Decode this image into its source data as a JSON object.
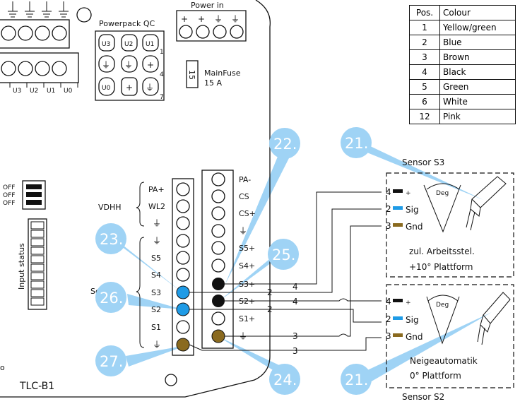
{
  "board": {
    "name": "TLC-B1",
    "powerpack_label": "Powerpack QC",
    "powerpack_cells": [
      "U3",
      "U2",
      "U1",
      "⏚",
      "⏚",
      "+",
      "U0",
      "+",
      "⏚"
    ],
    "powerpack_marks": [
      "1",
      "4",
      "7"
    ],
    "power_in_label": "Power in",
    "power_in_symbols": [
      "+",
      "+",
      "⏚",
      "⏚"
    ],
    "mainfuse_label": "MainFuse",
    "mainfuse_rating": "15 A",
    "fuse_number": "15",
    "top_terminal_labels": [
      "U3",
      "U2",
      "U1",
      "U0"
    ],
    "dip_labels": [
      "OFF",
      "OFF",
      "OFF"
    ],
    "input_status_label": "Input status",
    "vdhh_label": "VDHH",
    "sensors_label": "Sensors",
    "left_column_labels": [
      "PA+",
      "WL2",
      "⏚",
      "⏚",
      "S5",
      "S4",
      "S3",
      "S2",
      "S1",
      "⏚"
    ],
    "right_column_labels": [
      "PA-",
      "CS",
      "CS+",
      "⏚",
      "S5+",
      "S4+",
      "S3+",
      "S2+",
      "S1+",
      "⏚"
    ],
    "small_letter": "o"
  },
  "wire_numbers": {
    "s3_sig": "2",
    "s3_pwr": "4",
    "s2_sig": "2",
    "s2_pwr": "4",
    "gnd_upper": "3",
    "gnd_lower": "3"
  },
  "sensors": {
    "s3": {
      "title": "Sensor S3",
      "pins": [
        "+",
        "Sig",
        "Gnd"
      ],
      "pin_numbers": [
        "4",
        "2",
        "3"
      ],
      "angle_label": "Deg",
      "caption_1": "zul. Arbeitsstel.",
      "caption_2": "+10° Plattform"
    },
    "s2": {
      "title": "Sensor S2",
      "pins": [
        "+",
        "Sig",
        "Gnd"
      ],
      "pin_numbers": [
        "4",
        "2",
        "3"
      ],
      "angle_label": "Deg",
      "caption_1": "Neigeautomatik",
      "caption_2": "0° Plattform"
    }
  },
  "callouts": [
    "22.",
    "21.",
    "23.",
    "25.",
    "26.",
    "27.",
    "24.",
    "21."
  ],
  "colour_table": {
    "headers": [
      "Pos.",
      "Colour"
    ],
    "rows": [
      [
        "1",
        "Yellow/green"
      ],
      [
        "2",
        "Blue"
      ],
      [
        "3",
        "Brown"
      ],
      [
        "4",
        "Black"
      ],
      [
        "5",
        "Green"
      ],
      [
        "6",
        "White"
      ],
      [
        "12",
        "Pink"
      ]
    ]
  },
  "colors": {
    "callout": "#9fd3f5",
    "blue": "#1f9be6",
    "brown": "#8a6a1f",
    "black": "#111111"
  }
}
